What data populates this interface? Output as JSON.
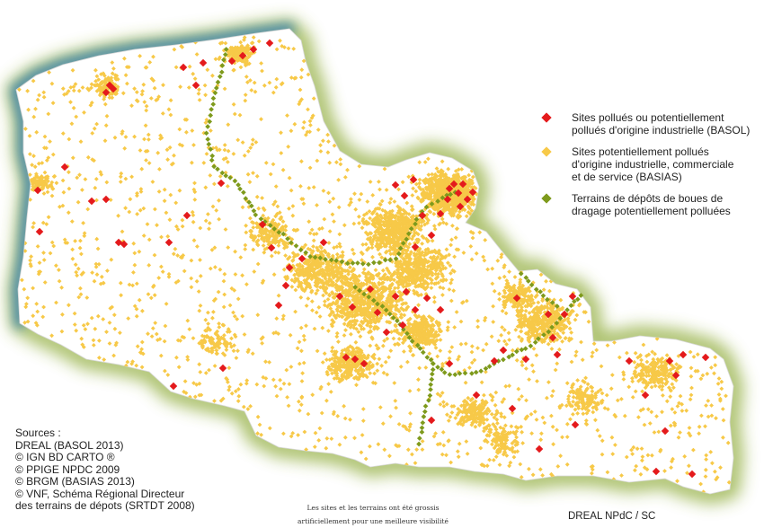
{
  "colors": {
    "basol": "#e41a1c",
    "basias": "#f7c948",
    "dredging": "#7e9a1c",
    "land": "#ffffff",
    "halo_land": "#8aa830",
    "halo_sea": "#2f7ab8"
  },
  "legend": {
    "items": [
      {
        "symbol": "red-diamond",
        "lines": [
          "Sites pollués ou potentiellement",
          "pollués d'origine industrielle (BASOL)"
        ]
      },
      {
        "symbol": "yellow-diamond",
        "lines": [
          "Sites potentiellement pollués",
          "d'origine industrielle, commerciale",
          "et de service (BASIAS)"
        ]
      },
      {
        "symbol": "green-diamond",
        "lines": [
          "Terrains de dépôts de boues de",
          "dragage potentiellement polluées"
        ]
      }
    ]
  },
  "sources": {
    "lines": [
      "Sources :",
      "DREAL (BASOL 2013)",
      "© IGN BD CARTO ®",
      "© PPIGE NPDC 2009",
      "© BRGM (BASIAS 2013)",
      "© VNF, Schéma Régional Directeur",
      "des terrains de dépots (SRTDT 2008)"
    ]
  },
  "note": {
    "lines": [
      "Les sites et les terrains ont été grossis",
      "artificiellement pour une meilleure visibilité"
    ]
  },
  "credit": "DREAL NPdC / SC"
}
